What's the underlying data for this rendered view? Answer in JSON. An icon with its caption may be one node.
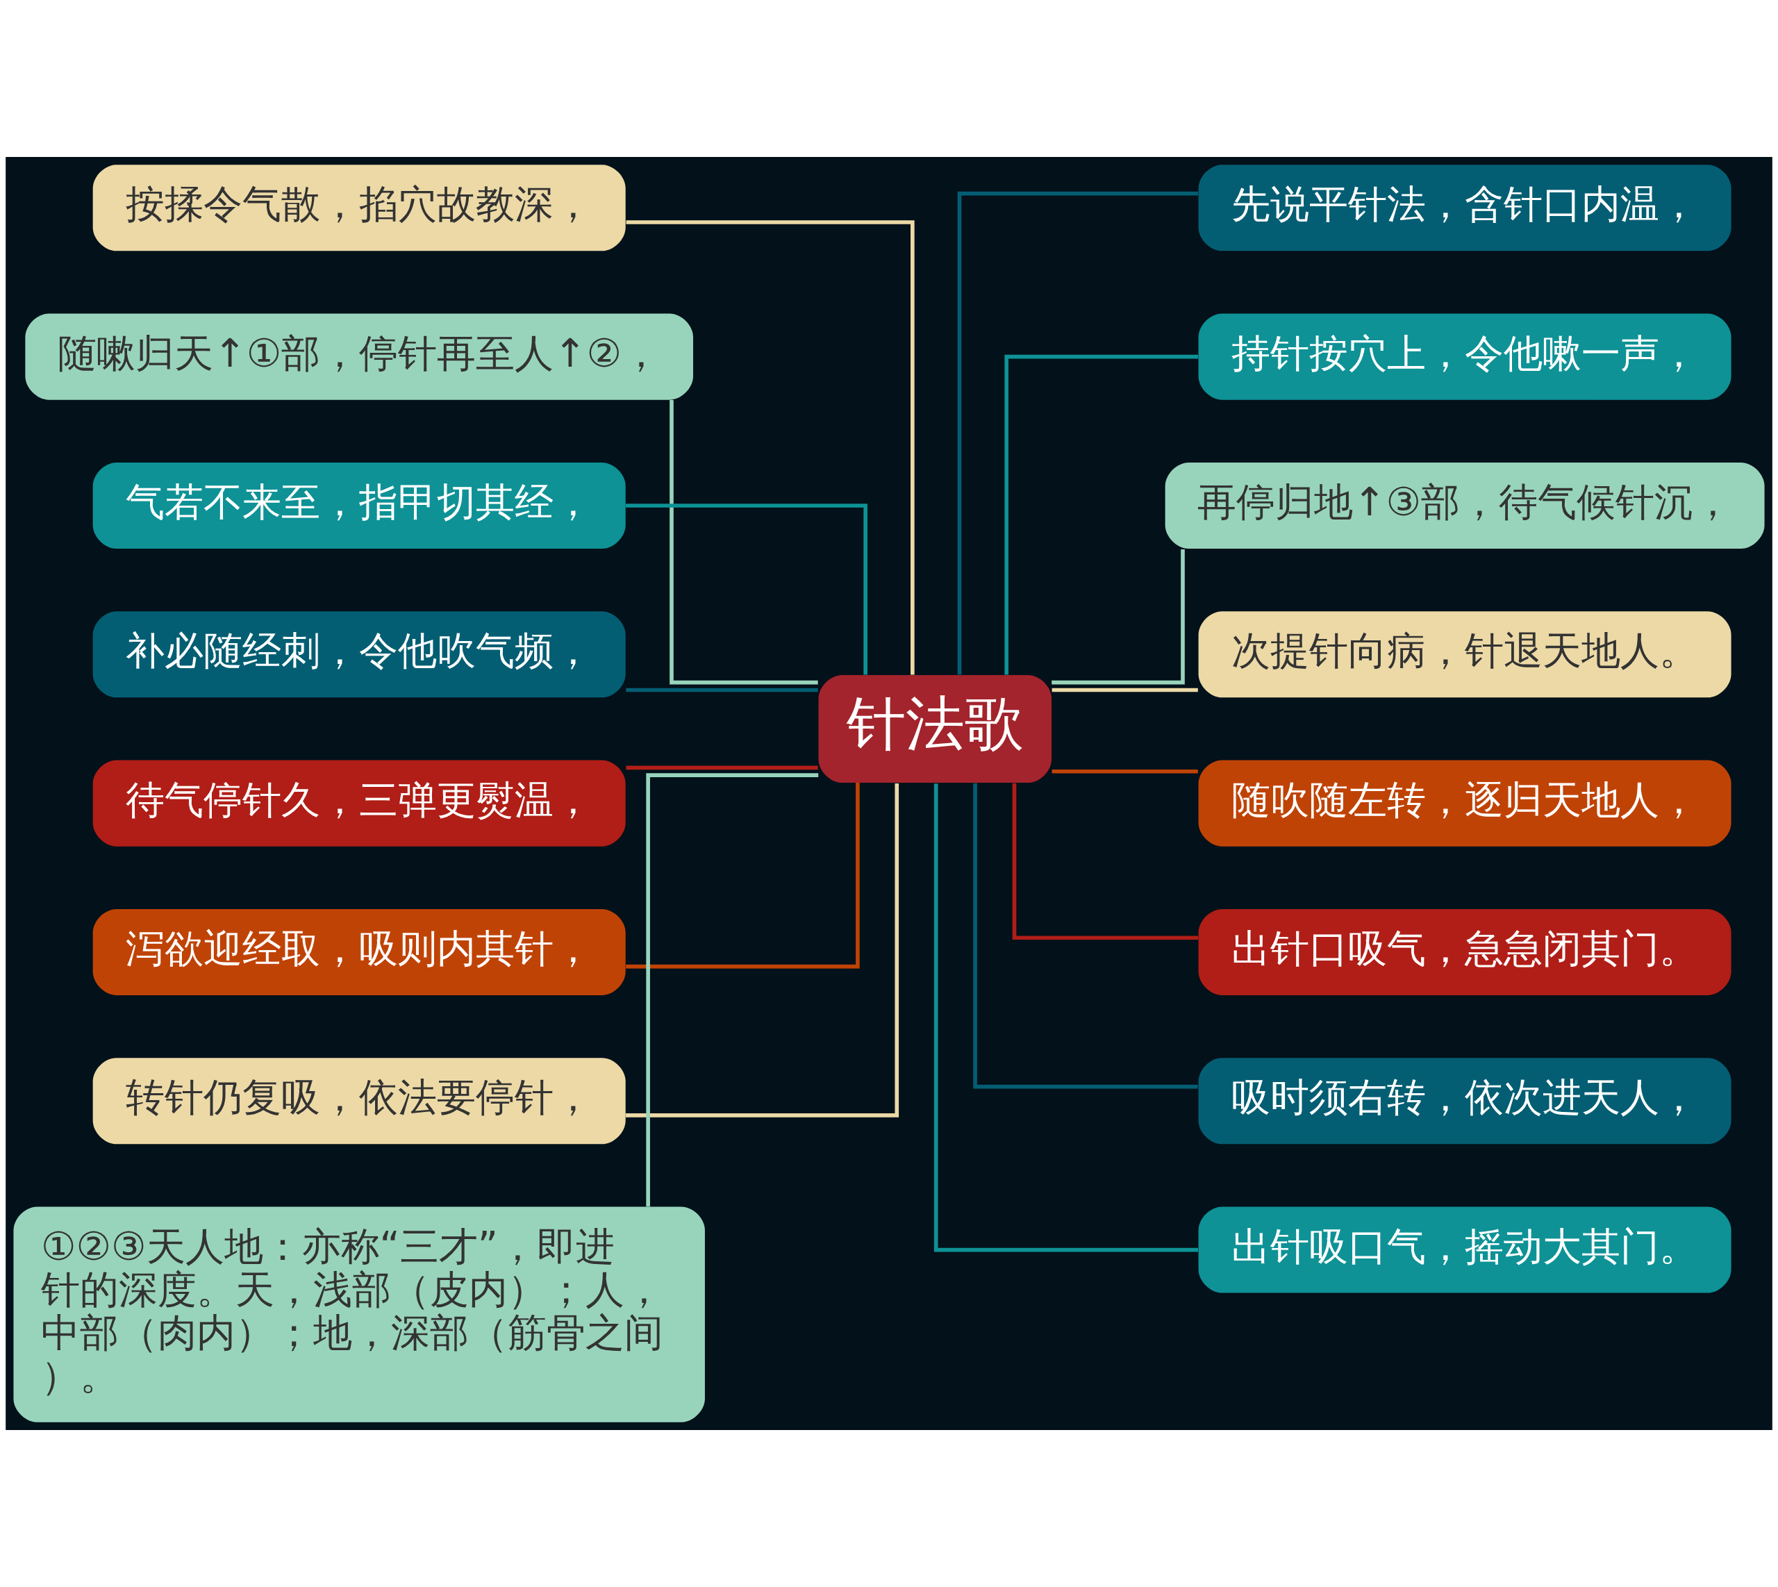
{
  "diagram": {
    "nodes": [
      {
        "text": [
          "针法歌"
        ]
      },
      {
        "text": [
          "按揉令气散，掐穴故教深，"
        ]
      },
      {
        "text": [
          "随嗽归天↑①部，停针再至人↑②，"
        ]
      },
      {
        "text": [
          "气若不来至，指甲切其经，"
        ]
      },
      {
        "text": [
          "补必随经刺，令他吹气频，"
        ]
      },
      {
        "text": [
          "待气停针久，三弹更熨温，"
        ]
      },
      {
        "text": [
          "泻欲迎经取，吸则内其针，"
        ]
      },
      {
        "text": [
          "转针仍复吸，依法要停针，"
        ]
      },
      {
        "text": [
          "①②③天人地：亦称“三才”，即进针的深度。天，浅部（皮内）；人，中部（肉内）；地，深部（筋骨之间）。"
        ]
      },
      {
        "text": [
          "先说平针法，含针口内温，"
        ]
      },
      {
        "text": [
          "持针按穴上，令他嗽一声，"
        ]
      },
      {
        "text": [
          "再停归地↑③部，待气候针沉，"
        ]
      },
      {
        "text": [
          "次提针向病，针退天地人。"
        ]
      },
      {
        "text": [
          "随吹随左转，逐归天地人，"
        ]
      },
      {
        "text": [
          "出针口吸气，急急闭其门。"
        ]
      },
      {
        "text": [
          "吸时须右转，依次进天人，"
        ]
      },
      {
        "text": [
          "出针吸口气，摇动大其门。"
        ]
      }
    ],
    "edges": [
      {
        "from": 0,
        "to": 1,
        "arrow": "none",
        "color": "#ecd9a6"
      },
      {
        "from": 0,
        "to": 2,
        "arrow": "none",
        "color": "#98d4bc"
      },
      {
        "from": 0,
        "to": 3,
        "arrow": "none",
        "color": "#0e9296"
      },
      {
        "from": 0,
        "to": 4,
        "arrow": "none",
        "color": "#045e73"
      },
      {
        "from": 0,
        "to": 5,
        "arrow": "none",
        "color": "#b01e17"
      },
      {
        "from": 0,
        "to": 6,
        "arrow": "none",
        "color": "#c04306"
      },
      {
        "from": 0,
        "to": 7,
        "arrow": "none",
        "color": "#ecd9a6"
      },
      {
        "from": 0,
        "to": 8,
        "arrow": "none",
        "color": "#98d4bc"
      },
      {
        "from": 0,
        "to": 9,
        "arrow": "none",
        "color": "#045e73"
      },
      {
        "from": 0,
        "to": 10,
        "arrow": "none",
        "color": "#0e9296"
      },
      {
        "from": 0,
        "to": 11,
        "arrow": "none",
        "color": "#98d4bc"
      },
      {
        "from": 0,
        "to": 12,
        "arrow": "none",
        "color": "#ecd9a6"
      },
      {
        "from": 0,
        "to": 13,
        "arrow": "none",
        "color": "#c04306"
      },
      {
        "from": 0,
        "to": 14,
        "arrow": "none",
        "color": "#b01e17"
      },
      {
        "from": 0,
        "to": 15,
        "arrow": "none",
        "color": "#045e73"
      },
      {
        "from": 0,
        "to": 16,
        "arrow": "none",
        "color": "#0e9296"
      }
    ]
  }
}
